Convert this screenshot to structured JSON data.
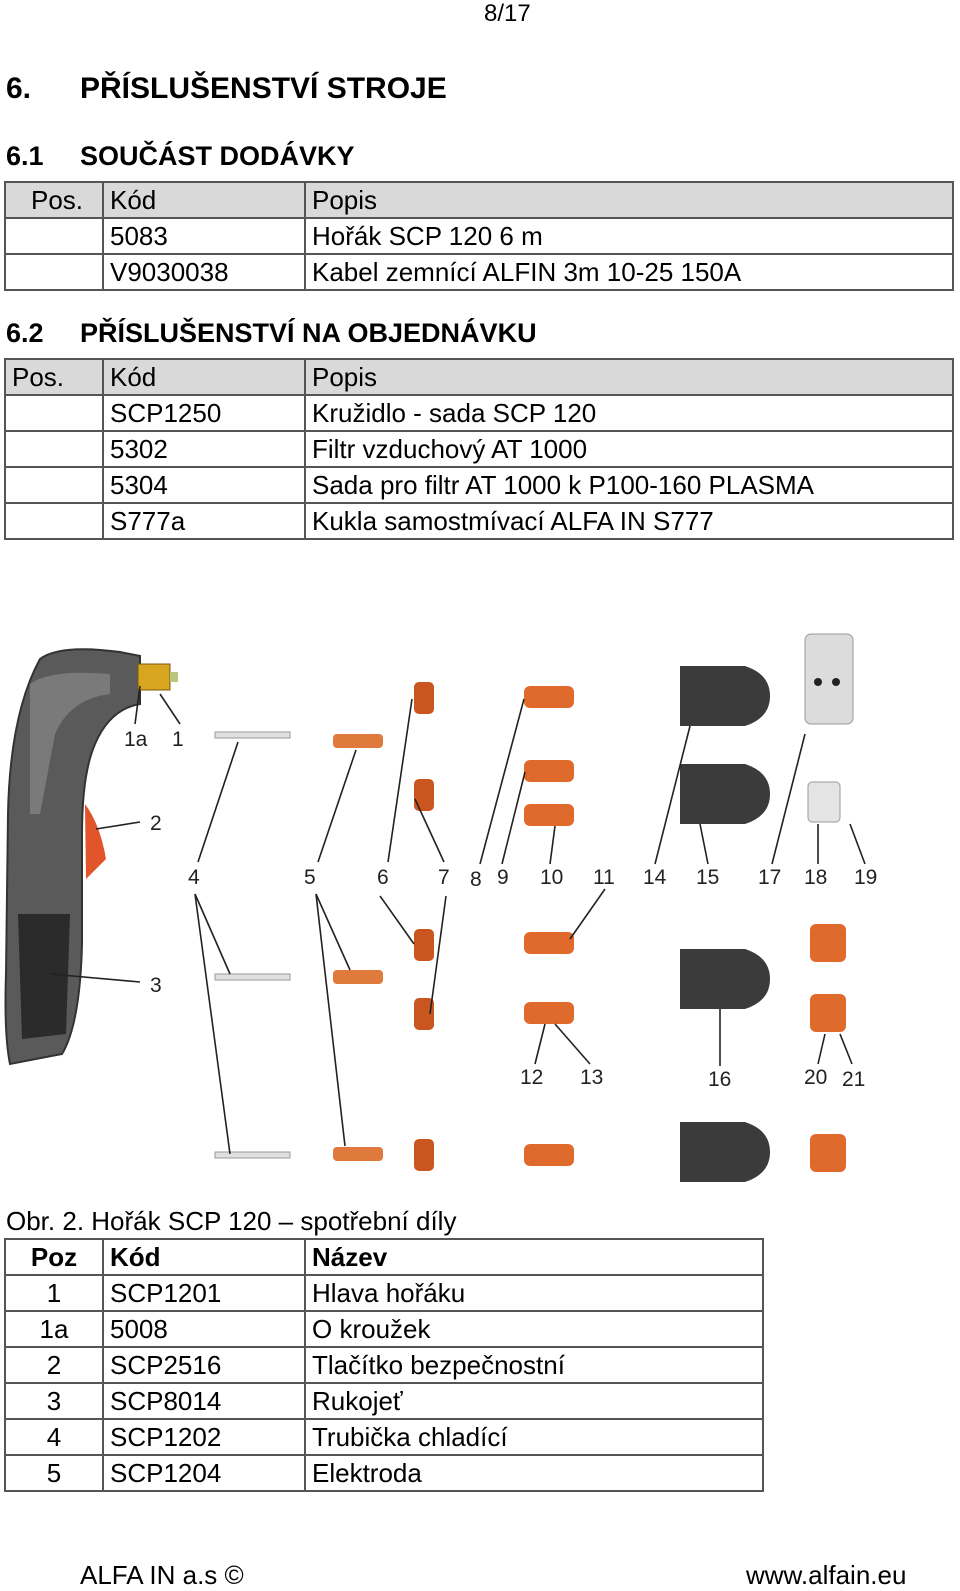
{
  "page_number": "8/17",
  "section": {
    "number": "6.",
    "title": "PŘÍSLUŠENSTVÍ STROJE"
  },
  "sub1": {
    "number": "6.1",
    "title": "SOUČÁST DODÁVKY",
    "headers": [
      "Pos.",
      "Kód",
      "Popis"
    ],
    "rows": [
      [
        "",
        "5083",
        "Hořák SCP 120 6 m"
      ],
      [
        "",
        "V9030038",
        "Kabel zemnící ALFIN 3m 10-25 150A"
      ]
    ]
  },
  "sub2": {
    "number": "6.2",
    "title": "PŘÍSLUŠENSTVÍ NA OBJEDNÁVKU",
    "headers": [
      "Pos.",
      "Kód",
      "Popis"
    ],
    "rows": [
      [
        "",
        "SCP1250",
        "Kružidlo - sada SCP 120"
      ],
      [
        "",
        "5302",
        "Filtr vzduchový AT 1000"
      ],
      [
        "",
        "5304",
        "Sada pro filtr AT 1000 k P100-160 PLASMA"
      ],
      [
        "",
        "S777a",
        "Kukla samostmívací ALFA IN S777"
      ]
    ]
  },
  "figure": {
    "labels": [
      "1a",
      "1",
      "2",
      "3",
      "4",
      "5",
      "6",
      "7",
      "8",
      "9",
      "10",
      "11",
      "14",
      "15",
      "17",
      "18",
      "19",
      "12",
      "13",
      "16",
      "20",
      "21"
    ],
    "colors": {
      "copper": "#e06a2c",
      "copper_dark": "#b34e1a",
      "nozzle_grey": "#3b3b3b",
      "handle_grey": "#5a5a5a",
      "trigger": "#e2552a",
      "ceramic": "#dcdcdc"
    }
  },
  "caption": {
    "prefix": "Obr. 2.",
    "text": "Hořák SCP 120  – spotřební díly"
  },
  "parts": {
    "headers": [
      "Poz",
      "Kód",
      "Název"
    ],
    "rows": [
      [
        "1",
        "SCP1201",
        "Hlava hořáku"
      ],
      [
        "1a",
        "5008",
        "O kroužek"
      ],
      [
        "2",
        "SCP2516",
        "Tlačítko bezpečnostní"
      ],
      [
        "3",
        "SCP8014",
        "Rukojeť"
      ],
      [
        "4",
        "SCP1202",
        "Trubička chladící"
      ],
      [
        "5",
        "SCP1204",
        "Elektroda"
      ]
    ]
  },
  "footer": {
    "left": "ALFA IN a.s ©",
    "right": "www.alfain.eu"
  }
}
